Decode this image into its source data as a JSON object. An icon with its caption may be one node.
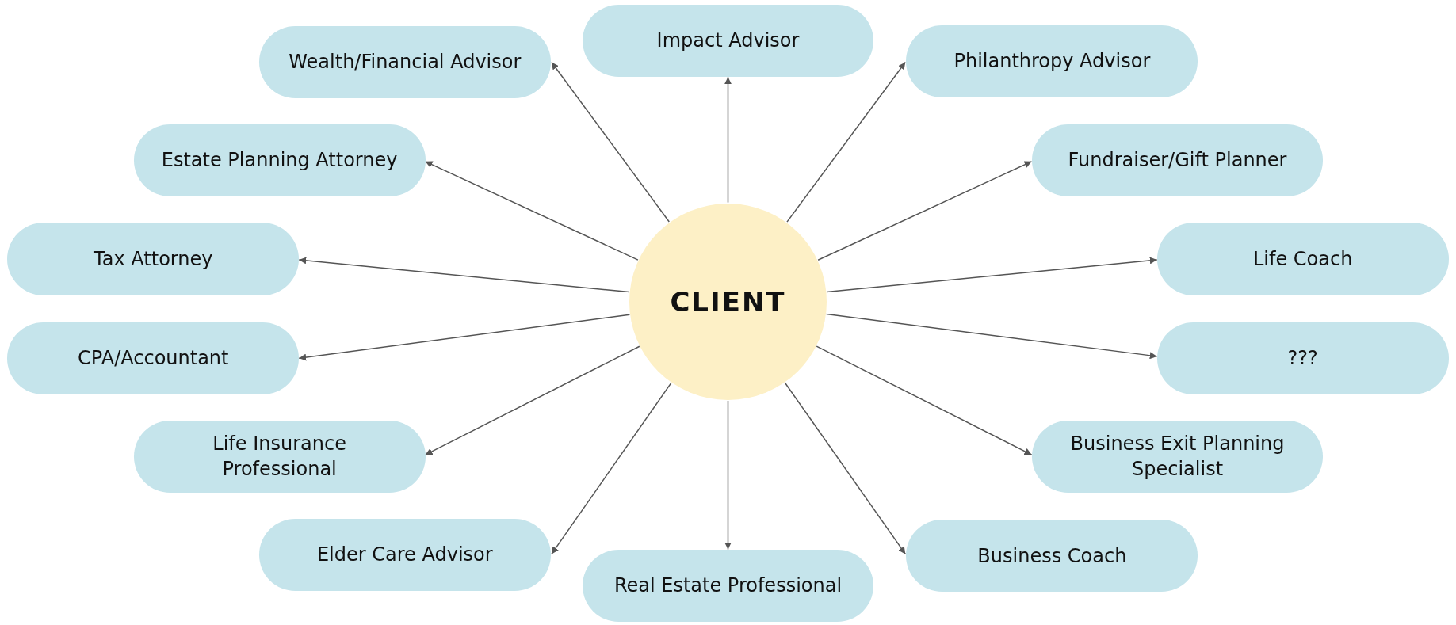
{
  "diagram": {
    "nodes": [
      {
        "text": [
          "Wealth/Financial Advisor"
        ]
      },
      {
        "text": [
          "Impact Advisor"
        ]
      },
      {
        "text": [
          "Philanthropy Advisor"
        ]
      },
      {
        "text": [
          "Estate Planning Attorney"
        ]
      },
      {
        "text": [
          "Fundraiser/Gift Planner"
        ]
      },
      {
        "text": [
          "Tax Attorney"
        ]
      },
      {
        "text": [
          "Life Coach"
        ]
      },
      {
        "text": [
          "CLIENT"
        ]
      },
      {
        "text": [
          "CPA/Accountant"
        ]
      },
      {
        "text": [
          "???"
        ]
      },
      {
        "text": [
          "Life Insurance Professional"
        ]
      },
      {
        "text": [
          "Business Exit Planning Specialist"
        ]
      },
      {
        "text": [
          "Elder Care Advisor"
        ]
      },
      {
        "text": [
          "Real Estate Professional"
        ]
      },
      {
        "text": [
          "Business Coach"
        ]
      }
    ],
    "edges": [
      {
        "from": 7,
        "to": 0,
        "arrow": "to"
      },
      {
        "from": 7,
        "to": 1,
        "arrow": "to"
      },
      {
        "from": 7,
        "to": 2,
        "arrow": "to"
      },
      {
        "from": 7,
        "to": 3,
        "arrow": "to"
      },
      {
        "from": 7,
        "to": 4,
        "arrow": "to"
      },
      {
        "from": 7,
        "to": 5,
        "arrow": "to"
      },
      {
        "from": 7,
        "to": 6,
        "arrow": "to"
      },
      {
        "from": 7,
        "to": 8,
        "arrow": "to"
      },
      {
        "from": 7,
        "to": 9,
        "arrow": "to"
      },
      {
        "from": 7,
        "to": 10,
        "arrow": "to"
      },
      {
        "from": 7,
        "to": 11,
        "arrow": "to"
      },
      {
        "from": 7,
        "to": 12,
        "arrow": "to"
      },
      {
        "from": 7,
        "to": 13,
        "arrow": "to"
      },
      {
        "from": 7,
        "to": 14,
        "arrow": "to"
      }
    ]
  }
}
